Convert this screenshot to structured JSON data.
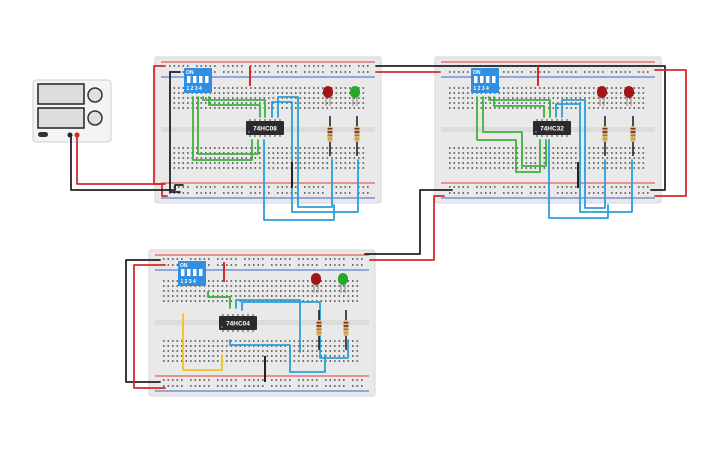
{
  "colors": {
    "board": "#e9e9e9",
    "board_edge": "#d6d6d6",
    "rail_red": "#e23b3b",
    "rail_blue": "#3b62d6",
    "hole": "#555555",
    "wire_red": "#d42a2a",
    "wire_black": "#222222",
    "wire_green": "#3db23d",
    "wire_blue": "#2c9fd8",
    "wire_yellow": "#f0c419",
    "chip": "#2b2b2b",
    "dip_switch": "#2f8fe0",
    "led_red": "#a41515",
    "led_green": "#26a82a",
    "resistor": "#d8b077"
  },
  "breadboards": [
    {
      "id": "bb1",
      "chip_label": "74HC08",
      "dip_label": "ON",
      "dip_numbers": "1 2 3 4",
      "leds": [
        "led_red",
        "led_green"
      ]
    },
    {
      "id": "bb2",
      "chip_label": "74HC32",
      "dip_label": "ON",
      "dip_numbers": "1 2 3 4",
      "leds": [
        "led_red",
        "led_red"
      ]
    },
    {
      "id": "bb3",
      "chip_label": "74HC04",
      "dip_label": "ON",
      "dip_numbers": "1 2 3 4",
      "leds": [
        "led_red",
        "led_green"
      ]
    }
  ],
  "power_supply": {
    "icon": "power-supply-icon"
  }
}
